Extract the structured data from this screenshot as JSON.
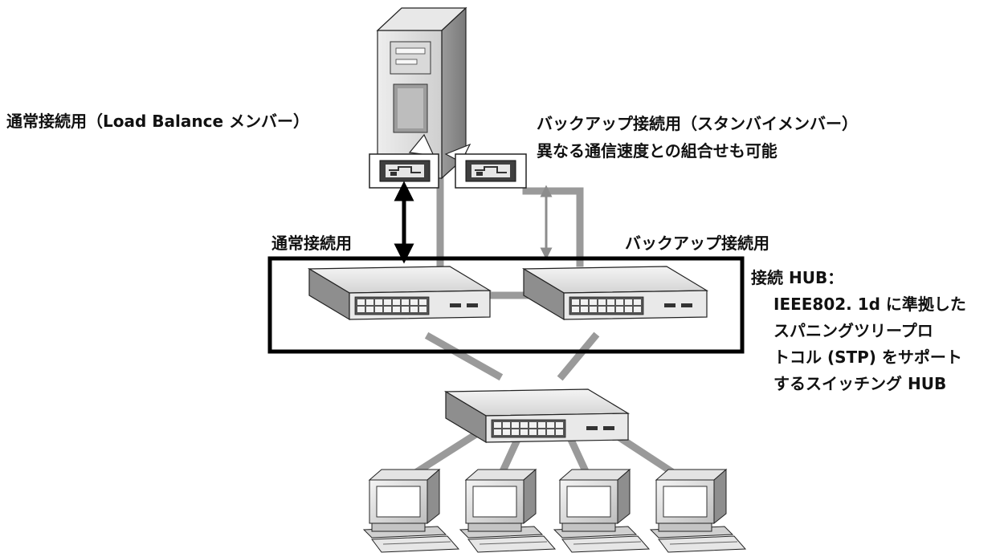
{
  "labels": {
    "normal_connection_lb": "通常接続用（Load Balance メンバー）",
    "backup_connection_standby": "バックアップ接続用（スタンバイメンバー）",
    "different_speed_note": "異なる通信速度との組合せも可能",
    "normal_connection": "通常接続用",
    "backup_connection": "バックアップ接続用"
  },
  "hub_note": {
    "title": "接続 HUB：",
    "lines": [
      "IEEE802. 1d に準拠した",
      "スパニングツリープロ",
      "トコル (STP) をサポート",
      "するスイッチング HUB"
    ]
  },
  "colors": {
    "link_active": "#000000",
    "link_standby": "#8c8c8c",
    "cable": "#9a9a9a",
    "device_light": "#f2f2f2",
    "device_mid": "#c8c8c8",
    "device_dark": "#8e8e8e"
  },
  "icons": {
    "server": "tower-server-icon",
    "nic": "network-card-icon",
    "switch": "switching-hub-icon",
    "pc": "desktop-pc-icon"
  }
}
